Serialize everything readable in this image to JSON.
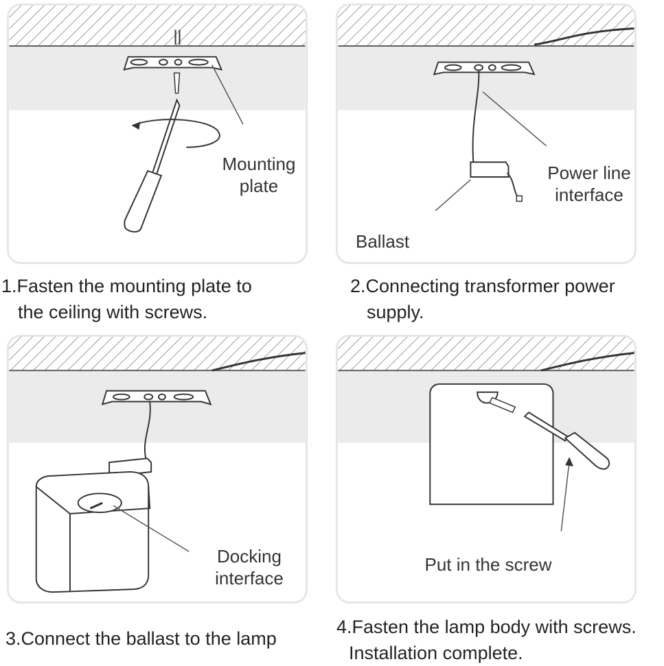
{
  "steps": [
    {
      "caption_lines": [
        "1.Fasten the mounting plate to",
        "  the ceiling with screws."
      ],
      "labels": [
        "Mounting",
        "plate"
      ]
    },
    {
      "caption_lines": [
        "2.Connecting transformer power",
        "  supply."
      ],
      "labels": [
        "Power line",
        "interface",
        "Ballast"
      ]
    },
    {
      "caption_lines": [
        "3.Connect the ballast to the lamp"
      ],
      "labels": [
        "Docking",
        "interface"
      ]
    },
    {
      "caption_lines": [
        "4.Fasten the lamp body with screws.",
        "  Installation complete."
      ],
      "labels": [
        "Put in the screw"
      ]
    }
  ],
  "colors": {
    "panel_border": "#e6e6e6",
    "ceiling_band": "#ebebeb",
    "hatch": "#9a9a9a",
    "line": "#333333"
  }
}
